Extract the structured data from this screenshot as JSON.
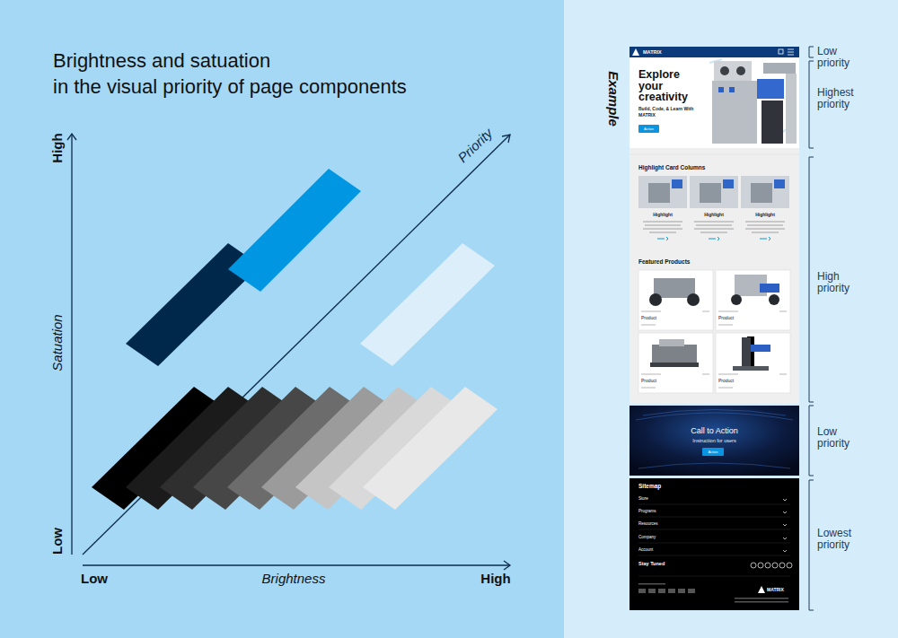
{
  "diagram": {
    "title": "Brightness and satuation in the visual priority of page components",
    "nodes": [
      {
        "text": [
          "MATRIX"
        ]
      },
      {
        "text": [
          "Explore your creativity",
          "Build, Code, & Learn With MATRIX"
        ]
      },
      {
        "text": [
          "Action"
        ],
        "in": 1
      },
      {
        "text": [
          "Highlight Card Columns"
        ]
      },
      {
        "text": [
          "Highlight"
        ],
        "in": 3
      },
      {
        "text": [
          "Highlight"
        ],
        "in": 3
      },
      {
        "text": [
          "Highlight"
        ],
        "in": 3
      },
      {
        "text": [
          "Featured Products"
        ]
      },
      {
        "text": [
          "Product"
        ],
        "in": 7
      },
      {
        "text": [
          "Product"
        ],
        "in": 7
      },
      {
        "text": [
          "Product"
        ],
        "in": 7
      },
      {
        "text": [
          "Product"
        ],
        "in": 7
      },
      {
        "text": [
          "Call to Action",
          "Instruction for users"
        ]
      },
      {
        "text": [
          "Action"
        ],
        "in": 12
      },
      {
        "text": [
          "Sitemap",
          "Store",
          "Programs",
          "Resources",
          "Company",
          "Account",
          "Stay Tuned",
          "MATRIX"
        ]
      }
    ],
    "labels": [
      "High",
      "Low",
      "Satuation",
      "Low",
      "Brightness",
      "High",
      "Priority",
      "Example",
      "Low priority",
      "Highest priority",
      "High priority",
      "Low priority",
      "Lowest priority"
    ]
  }
}
